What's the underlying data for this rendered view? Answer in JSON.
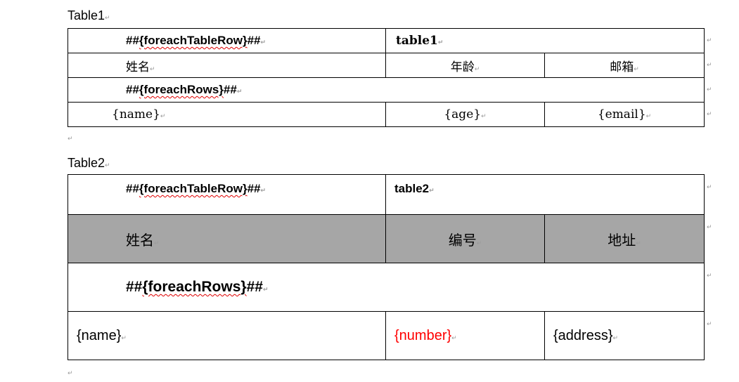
{
  "paragraph_mark": "↵",
  "cell_mark": "↵",
  "table1": {
    "title": "Table1",
    "row1": {
      "cell1_prefix": "##",
      "cell1_wavy": "{foreachTableRow}",
      "cell1_suffix": "##",
      "cell2": "table1"
    },
    "row2": {
      "c1": "姓名",
      "c2": "年龄",
      "c3": "邮箱"
    },
    "row3": {
      "prefix": "##",
      "wavy": "{foreachRows}",
      "suffix": "##"
    },
    "row4": {
      "c1": "{name}",
      "c2": "{age}",
      "c3": "{email}"
    }
  },
  "table2": {
    "title": "Table2",
    "row1": {
      "cell1_prefix": "##",
      "cell1_wavy": "{foreachTableRow}",
      "cell1_suffix": "##",
      "cell2": "table2"
    },
    "row2": {
      "c1": "姓名",
      "c2": "编号",
      "c3": "地址"
    },
    "row3": {
      "prefix": "##",
      "wavy": "{foreachRows}",
      "suffix": "##"
    },
    "row4": {
      "c1": "{name}",
      "c2": "{number}",
      "c3": "{address}"
    },
    "header_fill": "#a6a6a6",
    "highlight_color": "#ff0000"
  }
}
